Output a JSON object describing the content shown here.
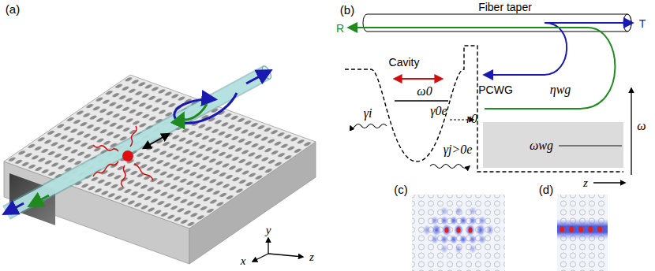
{
  "diagram": {
    "labels": [
      "(a)",
      "y",
      "x",
      "z",
      "(b)",
      "Fiber taper",
      "R",
      "T",
      "Cavity",
      "PCWG",
      "ηwg",
      "γi",
      "γ0e",
      "ω0",
      "γj>0e",
      "r0",
      "ωwg",
      "ω",
      "z",
      "(c)",
      "(d)"
    ]
  }
}
